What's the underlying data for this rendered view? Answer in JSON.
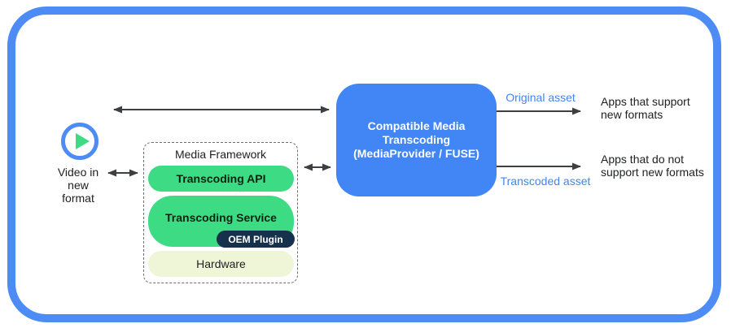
{
  "source": {
    "line1": "Video in",
    "line2": "new",
    "line3": "format"
  },
  "framework": {
    "title": "Media Framework",
    "api_label": "Transcoding API",
    "service_label": "Transcoding Service",
    "oem_label": "OEM Plugin",
    "hardware_label": "Hardware"
  },
  "transcoder": {
    "line1": "Compatible Media",
    "line2": "Transcoding",
    "line3": "(MediaProvider / FUSE)"
  },
  "outputs": {
    "original_asset_label": "Original asset",
    "transcoded_asset_label": "Transcoded asset",
    "apps_support_line1": "Apps that support",
    "apps_support_line2": "new formats",
    "apps_no_support_line1": "Apps that do not",
    "apps_no_support_line2": "support new formats"
  },
  "colors": {
    "frame_blue": "#4e8cf5",
    "transcoder_blue": "#4285f4",
    "asset_label_blue": "#4285f4",
    "pill_green": "#3ddc84",
    "oem_navy": "#15314b",
    "hardware_pale_green": "#eff6d8",
    "arrow_gray": "#3c4043",
    "text_black": "#202124"
  }
}
